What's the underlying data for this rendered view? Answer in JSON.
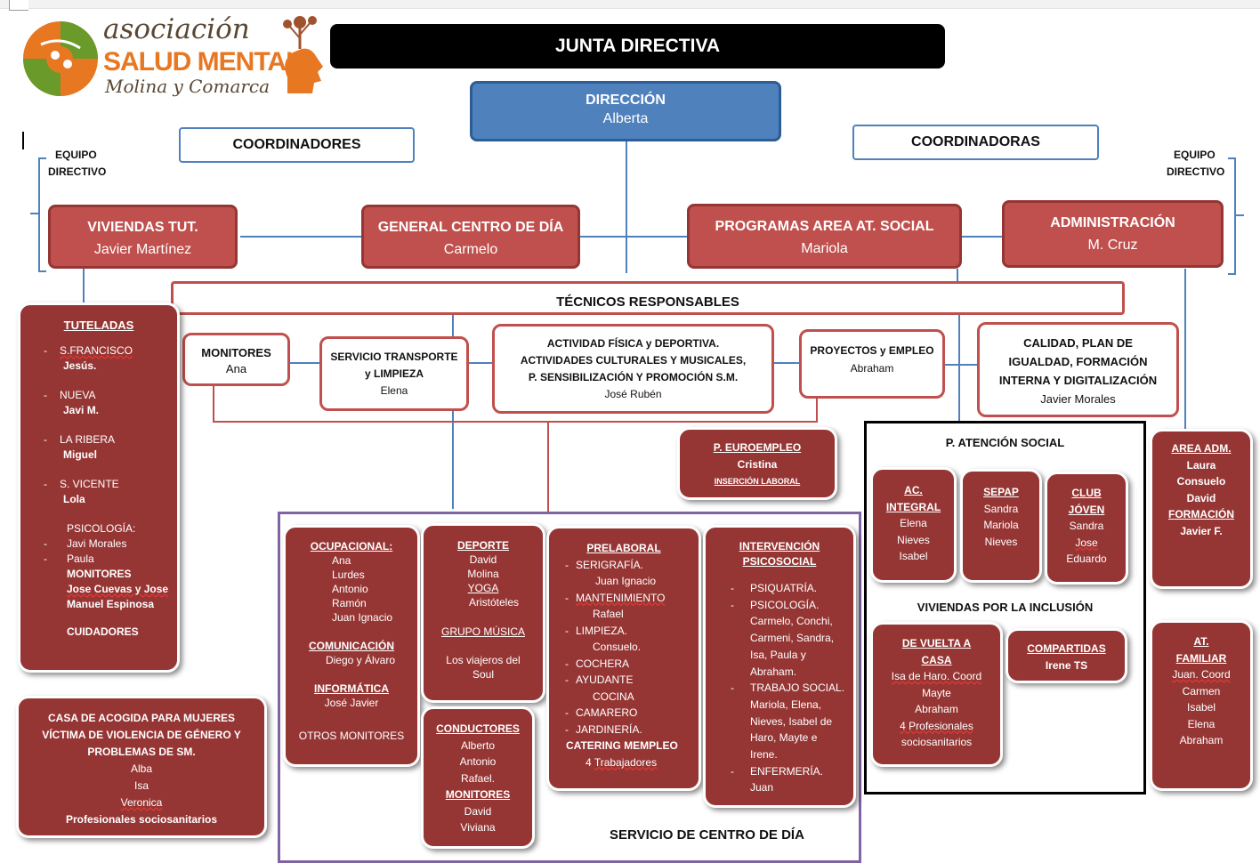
{
  "header": {
    "logo": {
      "line1": "asociación",
      "line2": "SALUD MENTAL",
      "line3": "Molina y Comarca"
    },
    "title": "JUNTA DIRECTIVA"
  },
  "direccion": {
    "title": "DIRECCIÓN",
    "name": "Alberta"
  },
  "coordinadores_label": "COORDINADORES",
  "coordinadoras_label": "COORDINADORAS",
  "equipo_directivo": {
    "line1": "EQUIPO",
    "line2": "DIRECTIVO"
  },
  "coordinators": [
    {
      "title": "VIVIENDAS TUT.",
      "name": "Javier Martínez"
    },
    {
      "title": "GENERAL CENTRO DE DÍA",
      "name": "Carmelo"
    },
    {
      "title": "PROGRAMAS AREA AT. SOCIAL",
      "name": "Mariola"
    },
    {
      "title": "ADMINISTRACIÓN",
      "name": "M. Cruz"
    }
  ],
  "tecnicos_label": "TÉCNICOS RESPONSABLES",
  "tecnicos": {
    "monitores": {
      "title": "MONITORES",
      "name": "Ana"
    },
    "transporte": {
      "line1": "SERVICIO TRANSPORTE",
      "line2": "y LIMPIEZA",
      "name": "Elena"
    },
    "actividad": {
      "line1": "ACTIVIDAD FÍSICA y DEPORTIVA.",
      "line2": "ACTIVIDADES CULTURALES Y MUSICALES,",
      "line3": "P. SENSIBILIZACIÓN Y PROMOCIÓN S.M.",
      "name": "José Rubén"
    },
    "proyectos": {
      "title": "PROYECTOS y EMPLEO",
      "name": "Abraham"
    },
    "calidad": {
      "line1": "CALIDAD, PLAN DE",
      "line2": "IGUALDAD, FORMACIÓN",
      "line3": "INTERNA Y DIGITALIZACIÓN",
      "name": "Javier Morales"
    }
  },
  "tuteladas": {
    "title": "TUTELADAS",
    "items": [
      {
        "name": "S.FRANCISCO",
        "person": "Jesús."
      },
      {
        "name": "NUEVA",
        "person": "Javi M."
      },
      {
        "name": "LA RIBERA",
        "person": "Miguel"
      },
      {
        "name": "S. VICENTE",
        "person": "Lola"
      }
    ],
    "psicologia": "PSICOLOGÍA:",
    "psico_people": [
      "Javi Morales",
      "Paula"
    ],
    "monitores": "MONITORES",
    "monitores_people": [
      "Jose Cuevas y Jose",
      "Manuel Espinosa"
    ],
    "cuidadores": "CUIDADORES"
  },
  "casa_acogida": {
    "lines": [
      "CASA DE ACOGIDA PARA MUJERES",
      "VÍCTIMA DE VIOLENCIA DE GÉNERO Y",
      "PROBLEMAS DE SM."
    ],
    "people": [
      "Alba",
      "Isa",
      "Veronica"
    ],
    "footer": "Profesionales sociosanitarios"
  },
  "euroempleo": {
    "title": "P. EUROEMPLEO",
    "name": "Cristina",
    "sub": "INSERCIÓN LABORAL"
  },
  "at_social": {
    "title": "P. ATENCIÓN SOCIAL",
    "ac_integral": {
      "title1": "AC.",
      "title2": "INTEGRAL",
      "people": [
        "Elena",
        "Nieves",
        "Isabel"
      ]
    },
    "sepap": {
      "title": "SEPAP",
      "people": [
        "Sandra",
        "Mariola",
        "Nieves"
      ]
    },
    "club": {
      "title1": "CLUB",
      "title2": "JÓVEN",
      "people": [
        "Sandra",
        "Jose",
        "Eduardo"
      ]
    },
    "viviendas_label": "VIVIENDAS POR LA INCLUSIÓN",
    "de_vuelta": {
      "title1": "DE VUELTA A",
      "title2": "CASA",
      "lines": [
        "Isa de Haro. Coord",
        "Mayte",
        "Abraham",
        "4 Profesionales",
        "sociosanitarios"
      ]
    },
    "compartidas": {
      "title": "COMPARTIDAS",
      "name": "Irene TS"
    }
  },
  "area_adm": {
    "title": "AREA ADM.",
    "people": [
      "Laura",
      "Consuelo",
      "David"
    ],
    "formacion": "FORMACIÓN",
    "formacion_person": "Javier F."
  },
  "at_familiar": {
    "title1": "AT.",
    "title2": "FAMILIAR",
    "people": [
      "Juan. Coord",
      "Carmen",
      "Isabel",
      "Elena",
      "Abraham"
    ]
  },
  "centro_dia": {
    "label": "SERVICIO DE CENTRO DE DÍA",
    "ocupacional": {
      "title": "OCUPACIONAL:",
      "people": [
        "Ana",
        "Lurdes",
        "Antonio",
        "Ramón",
        "Juan Ignacio"
      ]
    },
    "comunicacion": {
      "title": "COMUNICACIÓN",
      "people": "Diego y Álvaro"
    },
    "informatica": {
      "title": "INFORMÁTICA",
      "people": "José Javier"
    },
    "otros": "OTROS MONITORES",
    "deporte": {
      "title": "DEPORTE",
      "people": [
        "David",
        "Molina"
      ],
      "yoga": "YOGA",
      "yoga_person": "Aristóteles"
    },
    "grupo_musica": {
      "title": "GRUPO MÚSICA",
      "line1": "Los viajeros del",
      "line2": "Soul"
    },
    "conductores": {
      "title": "CONDUCTORES",
      "people": [
        "Alberto",
        "Antonio",
        "Rafael."
      ],
      "monitores": "MONITORES",
      "monitores_people": [
        "David",
        "Viviana"
      ]
    },
    "prelaboral": {
      "title": "PRELABORAL",
      "items": [
        {
          "text": "SERIGRAFÍA.",
          "sub": "Juan Ignacio"
        },
        {
          "text": "MANTENIMIENTO",
          "sub": "Rafael"
        },
        {
          "text": "LIMPIEZA.",
          "sub": "Consuelo."
        },
        {
          "text": "COCHERA",
          "sub": ""
        },
        {
          "text": "AYUDANTE",
          "sub": "COCINA"
        },
        {
          "text": "CAMARERO",
          "sub": ""
        },
        {
          "text": "JARDINERÍA.",
          "sub": ""
        }
      ],
      "catering": "CATERING MEMPLEO",
      "catering_sub_num": "4",
      "catering_sub_text": "Trabajadores"
    },
    "intervencion": {
      "title1": "INTERVENCIÓN",
      "title2": "PSICOSOCIAL",
      "items": [
        {
          "head": "PSIQUATRÍA.",
          "lines": []
        },
        {
          "head": "PSICOLOGÍA.",
          "lines": [
            "Carmelo, Conchi,",
            "Carmeni, Sandra,",
            "Isa, Paula y",
            "Abraham."
          ]
        },
        {
          "head": "TRABAJO SOCIAL.",
          "lines": [
            "Mariola, Elena,",
            "Nieves, Isabel de",
            "Haro, Mayte e",
            "Irene."
          ]
        },
        {
          "head": "ENFERMERÍA.",
          "lines": [
            "Juan"
          ]
        }
      ]
    }
  },
  "colors": {
    "red": "#c0504d",
    "dark_red": "#963634",
    "blue": "#4f81bd",
    "purple": "#8064a2"
  }
}
